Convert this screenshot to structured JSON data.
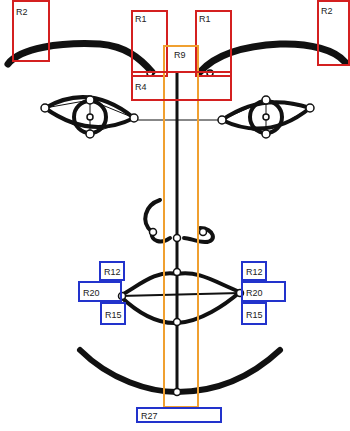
{
  "diagram": {
    "nodes": [
      {
        "text": [
          "R2"
        ]
      },
      {
        "text": [
          "R1"
        ]
      },
      {
        "text": [
          "R1"
        ]
      },
      {
        "text": [
          "R2"
        ]
      },
      {
        "text": [
          "R9"
        ]
      },
      {
        "text": [
          "R4"
        ]
      },
      {
        "text": [
          "R12"
        ]
      },
      {
        "text": [
          "R12"
        ]
      },
      {
        "text": [
          "R20"
        ]
      },
      {
        "text": [
          "R20"
        ]
      },
      {
        "text": [
          "R15"
        ]
      },
      {
        "text": [
          "R15"
        ]
      },
      {
        "text": [
          "R27"
        ]
      }
    ]
  }
}
